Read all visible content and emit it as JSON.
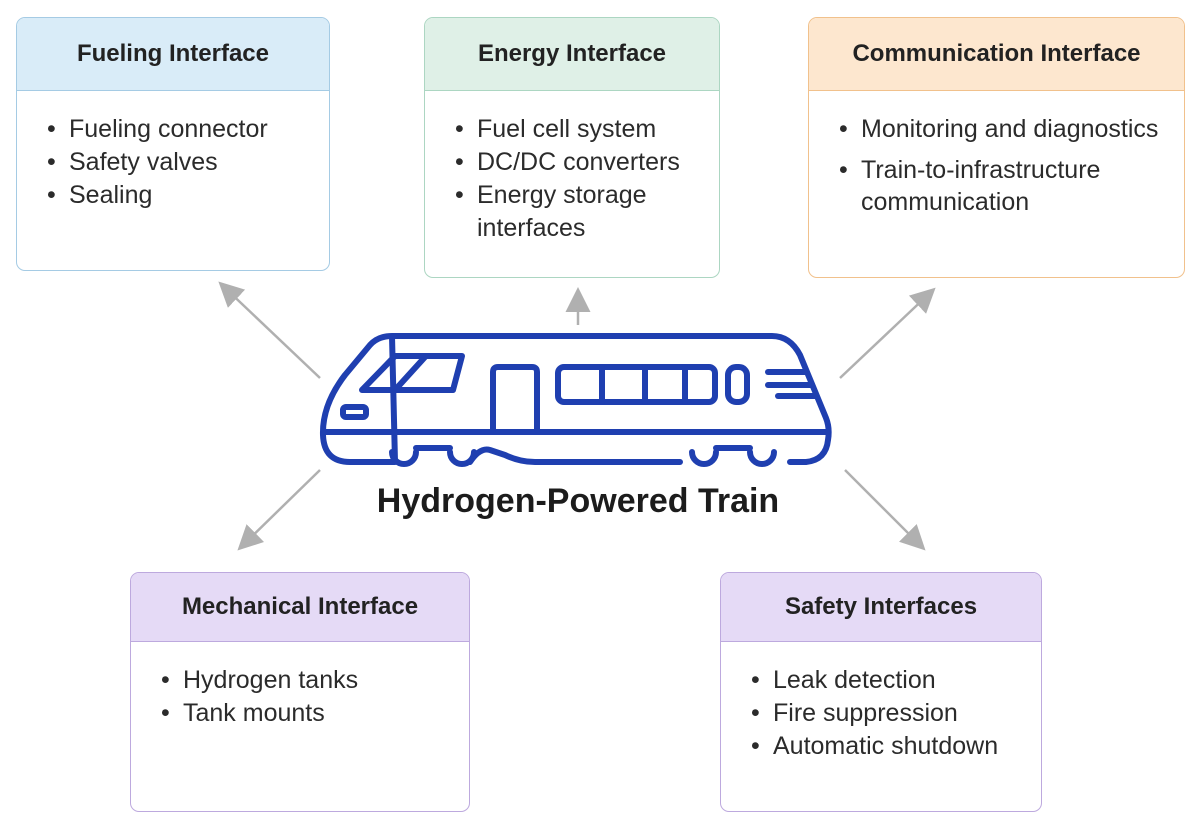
{
  "title": "Hydrogen-Powered Train",
  "boxes": {
    "fueling": {
      "title": "Fueling Interface",
      "items": [
        "Fueling connector",
        "Safety valves",
        "Sealing"
      ]
    },
    "energy": {
      "title": "Energy Interface",
      "items": [
        "Fuel cell system",
        "DC/DC converters",
        "Energy storage interfaces"
      ]
    },
    "communication": {
      "title": "Communication Interface",
      "items": [
        "Monitoring and diagnostics",
        "Train-to-infrastructure communication"
      ]
    },
    "mechanical": {
      "title": "Mechanical Interface",
      "items": [
        "Hydrogen tanks",
        "Tank mounts"
      ]
    },
    "safety": {
      "title": "Safety Interfaces",
      "items": [
        "Leak detection",
        "Fire suppression",
        "Automatic shutdown"
      ]
    }
  },
  "colors": {
    "train": "#1f3fb0",
    "arrow": "#b0b0b0",
    "fueling": "#d9ecf8",
    "energy": "#dff0e7",
    "communication": "#fde7cf",
    "mechanical": "#e5daf6",
    "safety": "#e5daf6"
  }
}
